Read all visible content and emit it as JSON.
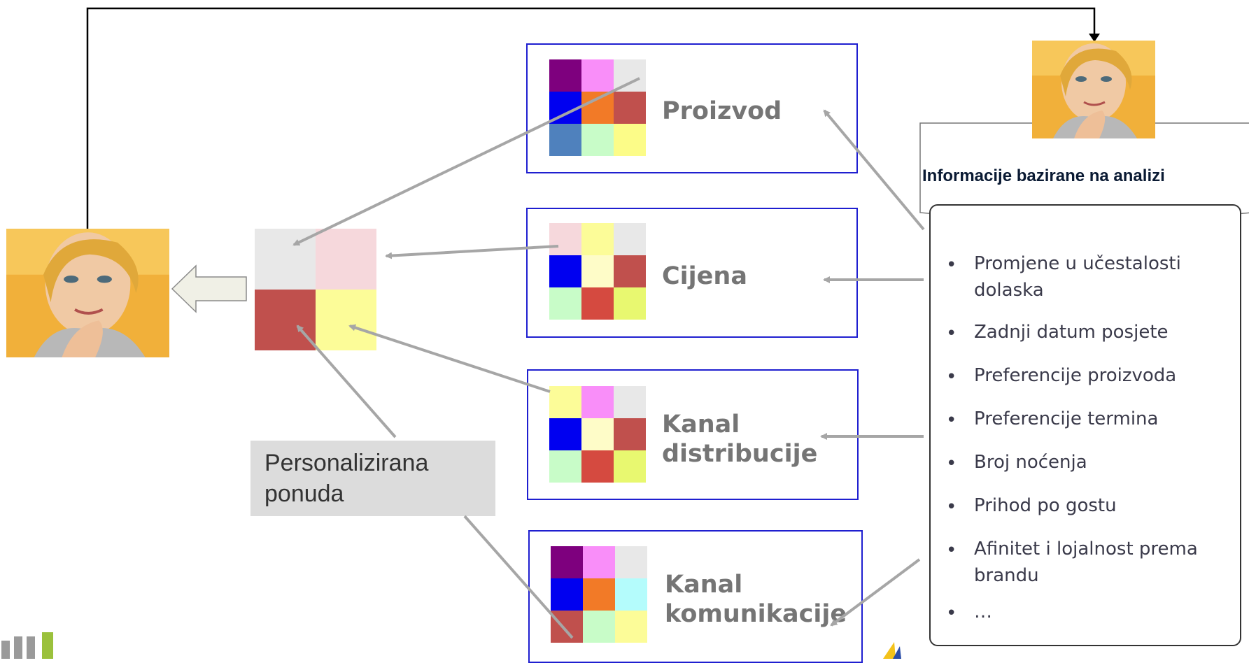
{
  "boxes": [
    {
      "label_lines": [
        "Proizvod"
      ]
    },
    {
      "label_lines": [
        "Cijena"
      ]
    },
    {
      "label_lines": [
        "Kanal",
        "distribucije"
      ]
    },
    {
      "label_lines": [
        "Kanal",
        "komunikacije"
      ]
    }
  ],
  "grids": [
    {
      "colors": [
        "#7e007e",
        "#f98ef9",
        "#e8e8e8",
        "#0000f0",
        "#f27a27",
        "#c0504d",
        "#4f81bd",
        "#c8fcc8",
        "#fcfc88"
      ]
    },
    {
      "colors": [
        "#f6d8dc",
        "#fcfc98",
        "#e8e8e8",
        "#0000f0",
        "#fefcc8",
        "#c0504d",
        "#c8fcc8",
        "#d54a40",
        "#e8f870"
      ]
    },
    {
      "colors": [
        "#fcfc98",
        "#f98ef9",
        "#e8e8e8",
        "#0000f0",
        "#fefcc8",
        "#c0504d",
        "#c8fcc8",
        "#d54a40",
        "#e8f870"
      ]
    },
    {
      "colors": [
        "#7e007e",
        "#f98ef9",
        "#e8e8e8",
        "#0000f0",
        "#f27a27",
        "#b4fcfc",
        "#c0504d",
        "#c8fcc8",
        "#fcfc98"
      ]
    }
  ],
  "combined_grid": {
    "colors": [
      "#e8e8e8",
      "#f6d8dc",
      "#c0504d",
      "#fcfc98"
    ]
  },
  "offer": {
    "lines": [
      "Personalizirana",
      "ponuda"
    ]
  },
  "info": {
    "title": "Informacije bazirane na analizi",
    "items": [
      [
        "Promjene u učestalosti",
        "dolaska"
      ],
      [
        "Zadnji datum posjete"
      ],
      [
        "Preferencije proizvoda"
      ],
      [
        "Preferencije termina"
      ],
      [
        "Broj noćenja"
      ],
      [
        "Prihod po gostu"
      ],
      [
        "Afinitet i lojalnost prema",
        "brandu"
      ],
      [
        "…"
      ]
    ],
    "bullet_char": "•"
  },
  "colors": {
    "box_border": "#1f1fd0",
    "arrow": "#a6a6a6",
    "connector": "#000000"
  },
  "icons": [
    "customer-photo",
    "hollow-left-arrow",
    "logo-bars"
  ]
}
